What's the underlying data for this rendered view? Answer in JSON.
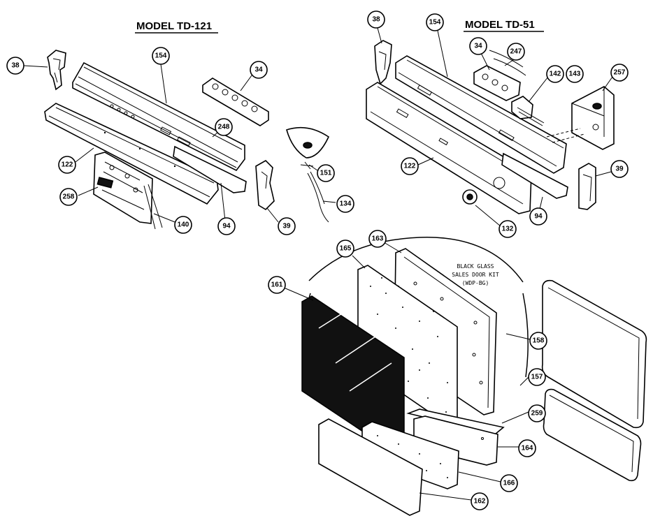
{
  "titles": {
    "left": "MODEL TD-121",
    "right": "MODEL TD-51"
  },
  "note": [
    "BLACK GLASS",
    "SALES DOOR KIT",
    "(WDP-BG)"
  ],
  "callouts": {
    "c38a": "38",
    "c154a": "154",
    "c34a": "34",
    "c248": "248",
    "c122a": "122",
    "c258": "258",
    "c140": "140",
    "c94a": "94",
    "c39a": "39",
    "c151": "151",
    "c134": "134",
    "c38b": "38",
    "c154b": "154",
    "c34b": "34",
    "c247": "247",
    "c142": "142",
    "c143": "143",
    "c257": "257",
    "c122b": "122",
    "c132": "132",
    "c94b": "94",
    "c39b": "39",
    "c161": "161",
    "c165": "165",
    "c163": "163",
    "c158": "158",
    "c157": "157",
    "c259": "259",
    "c164": "164",
    "c166": "166",
    "c162": "162"
  }
}
